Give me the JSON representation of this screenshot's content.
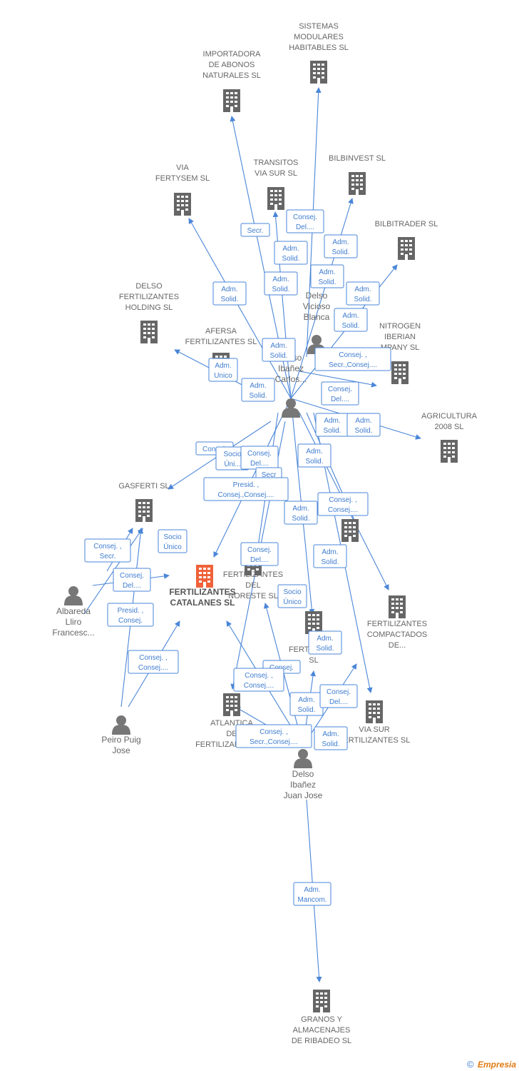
{
  "diagram": {
    "nodes": [
      {
        "id": "sistemas",
        "kind": "company",
        "lines": [
          "SISTEMAS",
          "MODULARES",
          "HABITABLES SL"
        ]
      },
      {
        "id": "importadora",
        "kind": "company",
        "lines": [
          "IMPORTADORA",
          "DE ABONOS",
          "NATURALES SL"
        ]
      },
      {
        "id": "transitos",
        "kind": "company",
        "lines": [
          "TRANSITOS",
          "VIA SUR SL"
        ]
      },
      {
        "id": "bilbinvest",
        "kind": "company",
        "lines": [
          "BILBINVEST  SL"
        ]
      },
      {
        "id": "fertysem",
        "kind": "company",
        "lines": [
          "VIA",
          "FERTYSEM SL"
        ]
      },
      {
        "id": "bilbitrader",
        "kind": "company",
        "lines": [
          "BILBITRADER SL"
        ]
      },
      {
        "id": "delso_holding",
        "kind": "company",
        "lines": [
          "DELSO",
          "FERTILIZANTES",
          "HOLDING  SL"
        ]
      },
      {
        "id": "afersa",
        "kind": "company",
        "lines": [
          "AFERSA",
          "FERTILIZANTES SL"
        ]
      },
      {
        "id": "nitrogen",
        "kind": "company",
        "lines": [
          "NITROGEN",
          "IBERIAN",
          "MPANY SL"
        ]
      },
      {
        "id": "agricultura",
        "kind": "company",
        "lines": [
          "AGRICULTURA",
          "2008 SL"
        ]
      },
      {
        "id": "gasferti",
        "kind": "company",
        "lines": [
          "GASFERTI SL"
        ]
      },
      {
        "id": "sl_mid",
        "kind": "company",
        "lines": [
          "SL"
        ]
      },
      {
        "id": "catalanes",
        "kind": "main",
        "lines": [
          "FERTILIZANTES",
          "CATALANES SL"
        ]
      },
      {
        "id": "noreste",
        "kind": "company",
        "lines": [
          "FERTILIZANTES",
          "DEL",
          "NORESTE SL"
        ]
      },
      {
        "id": "compactados",
        "kind": "company",
        "lines": [
          "FERTILIZANTES",
          "COMPACTADOS",
          "DE..."
        ]
      },
      {
        "id": "fertilizers",
        "kind": "company",
        "lines": [
          "N",
          "FERTILIZERS",
          "SL"
        ]
      },
      {
        "id": "atlantica",
        "kind": "company",
        "lines": [
          "ATLANTICA",
          "DE",
          "FERTILIZANTES SA"
        ]
      },
      {
        "id": "viasur",
        "kind": "company",
        "lines": [
          "VIA SUR",
          "FERTILIZANTES SL"
        ]
      },
      {
        "id": "granos",
        "kind": "company",
        "lines": [
          "GRANOS Y",
          "ALMACENAJES",
          "DE RIBADEO SL"
        ]
      },
      {
        "id": "delso_vicioso",
        "kind": "person",
        "lines": [
          "Delso",
          "Vicioso",
          "Blanca"
        ]
      },
      {
        "id": "delso_carlos",
        "kind": "person",
        "lines": [
          "Delso",
          "Ibañez",
          "Carlos..."
        ]
      },
      {
        "id": "albareda",
        "kind": "person",
        "lines": [
          "Albareda",
          "Lliro",
          "Francesc..."
        ]
      },
      {
        "id": "peiro",
        "kind": "person",
        "lines": [
          "Peiro Puig",
          "Jose"
        ]
      },
      {
        "id": "delso_juan",
        "kind": "person",
        "lines": [
          "Delso",
          "Ibañez",
          "Juan Jose"
        ]
      }
    ],
    "relations": [
      {
        "id": "r1",
        "lines": [
          "Consej.",
          "Del...."
        ]
      },
      {
        "id": "r2",
        "lines": [
          "Secr."
        ]
      },
      {
        "id": "r3",
        "lines": [
          "Adm.",
          "Solid."
        ]
      },
      {
        "id": "r4",
        "lines": [
          "Adm.",
          "Solid."
        ]
      },
      {
        "id": "r5",
        "lines": [
          "Adm.",
          "Solid."
        ]
      },
      {
        "id": "r6",
        "lines": [
          "Adm.",
          "Solid."
        ]
      },
      {
        "id": "r7",
        "lines": [
          "Adm.",
          "Solid."
        ]
      },
      {
        "id": "r8",
        "lines": [
          "Adm.",
          "Solid."
        ]
      },
      {
        "id": "r9",
        "lines": [
          "Adm.",
          "Solid."
        ]
      },
      {
        "id": "r10",
        "lines": [
          "Adm.",
          "Solid."
        ]
      },
      {
        "id": "r11",
        "lines": [
          "Consej. ,",
          "Secr.,Consej...."
        ]
      },
      {
        "id": "r12",
        "lines": [
          "Adm.",
          "Unico"
        ]
      },
      {
        "id": "r13",
        "lines": [
          "Adm.",
          "Solid."
        ]
      },
      {
        "id": "r14",
        "lines": [
          "Consej.",
          "Del...."
        ]
      },
      {
        "id": "r15",
        "lines": [
          "Adm.",
          "Solid."
        ]
      },
      {
        "id": "r16",
        "lines": [
          "Adm.",
          "Solid."
        ]
      },
      {
        "id": "r17",
        "lines": [
          "Consej."
        ]
      },
      {
        "id": "r18",
        "lines": [
          "Socio",
          "Úni..."
        ]
      },
      {
        "id": "r19",
        "lines": [
          "Consej.",
          "Del...."
        ]
      },
      {
        "id": "r20",
        "lines": [
          "Adm.",
          "Solid."
        ]
      },
      {
        "id": "r21",
        "lines": [
          "Secr"
        ]
      },
      {
        "id": "r22",
        "lines": [
          "Presid. ,",
          "Consej.,Consej...."
        ]
      },
      {
        "id": "r23",
        "lines": [
          "Consej. ,",
          "Consej...."
        ]
      },
      {
        "id": "r24",
        "lines": [
          "Adm.",
          "Solid."
        ]
      },
      {
        "id": "r25",
        "lines": [
          "Socio",
          "Único"
        ]
      },
      {
        "id": "r26",
        "lines": [
          "Consej. ,",
          "Secr."
        ]
      },
      {
        "id": "r27",
        "lines": [
          "Consej.",
          "Del...."
        ]
      },
      {
        "id": "r28",
        "lines": [
          "Adm.",
          "Solid."
        ]
      },
      {
        "id": "r29",
        "lines": [
          "Consej.",
          "Del...."
        ]
      },
      {
        "id": "r30",
        "lines": [
          "Presid. ,",
          "Consej."
        ]
      },
      {
        "id": "r31",
        "lines": [
          "Socio",
          "Único"
        ]
      },
      {
        "id": "r32",
        "lines": [
          "Adm.",
          "Solid."
        ]
      },
      {
        "id": "r33",
        "lines": [
          "Consej. ,",
          "Consej...."
        ]
      },
      {
        "id": "r34",
        "lines": [
          "Consej."
        ]
      },
      {
        "id": "r35",
        "lines": [
          "Consej. ,",
          "Consej...."
        ]
      },
      {
        "id": "r36",
        "lines": [
          "Adm.",
          "Solid."
        ]
      },
      {
        "id": "r37",
        "lines": [
          "Consej.",
          "Del...."
        ]
      },
      {
        "id": "r38",
        "lines": [
          "Consej. ,",
          "Secr.,Consej...."
        ]
      },
      {
        "id": "r39",
        "lines": [
          "Adm.",
          "Solid."
        ]
      },
      {
        "id": "r40",
        "lines": [
          "Adm.",
          "Mancom."
        ]
      }
    ]
  },
  "footer": {
    "copyright": "©",
    "brand": "Empresia"
  },
  "colors": {
    "edge": "#4a86d8",
    "company_icon": "#666666",
    "main_icon": "#f0623a",
    "person_icon": "#777777"
  },
  "icons": {
    "company": "building-icon",
    "main": "building-icon",
    "person": "person-icon"
  }
}
